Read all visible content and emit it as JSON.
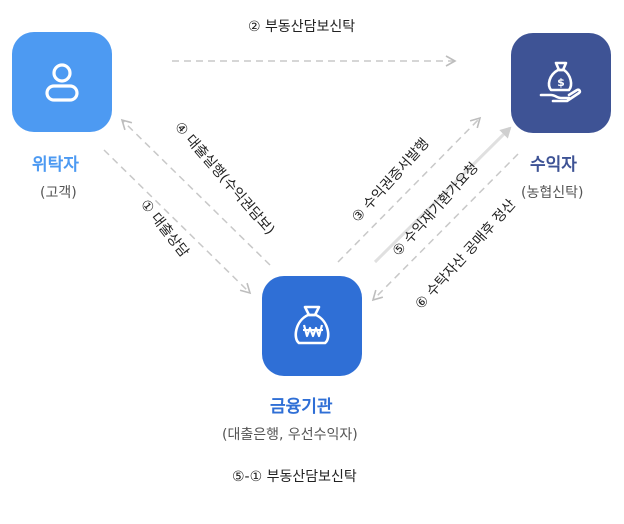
{
  "nodes": {
    "truster": {
      "title": "위탁자",
      "subtitle": "(고객)",
      "icon": "person-icon"
    },
    "beneficiary": {
      "title": "수익자",
      "subtitle": "(농협신탁)",
      "icon": "money-bag-hand-icon"
    },
    "finance": {
      "title": "금융기관",
      "subtitle": "(대출은행, 우선수익자)",
      "icon": "won-money-bag-icon"
    }
  },
  "edges": {
    "e2": "② 부동산담보신탁",
    "e4": "④ 대출실행(수익권담보)",
    "e1": "① 대출상담",
    "e3": "③ 수익권증서발행",
    "e5": "⑤ 수익재기환가요청",
    "e6": "⑥ 수탁자산 공매후 정산",
    "e51": "⑤-① 부동산담보신탁"
  },
  "colors": {
    "truster": "#4d9af2",
    "beneficiary": "#3e5395",
    "finance": "#2f6fd6",
    "arrow": "#c8c8c8"
  }
}
